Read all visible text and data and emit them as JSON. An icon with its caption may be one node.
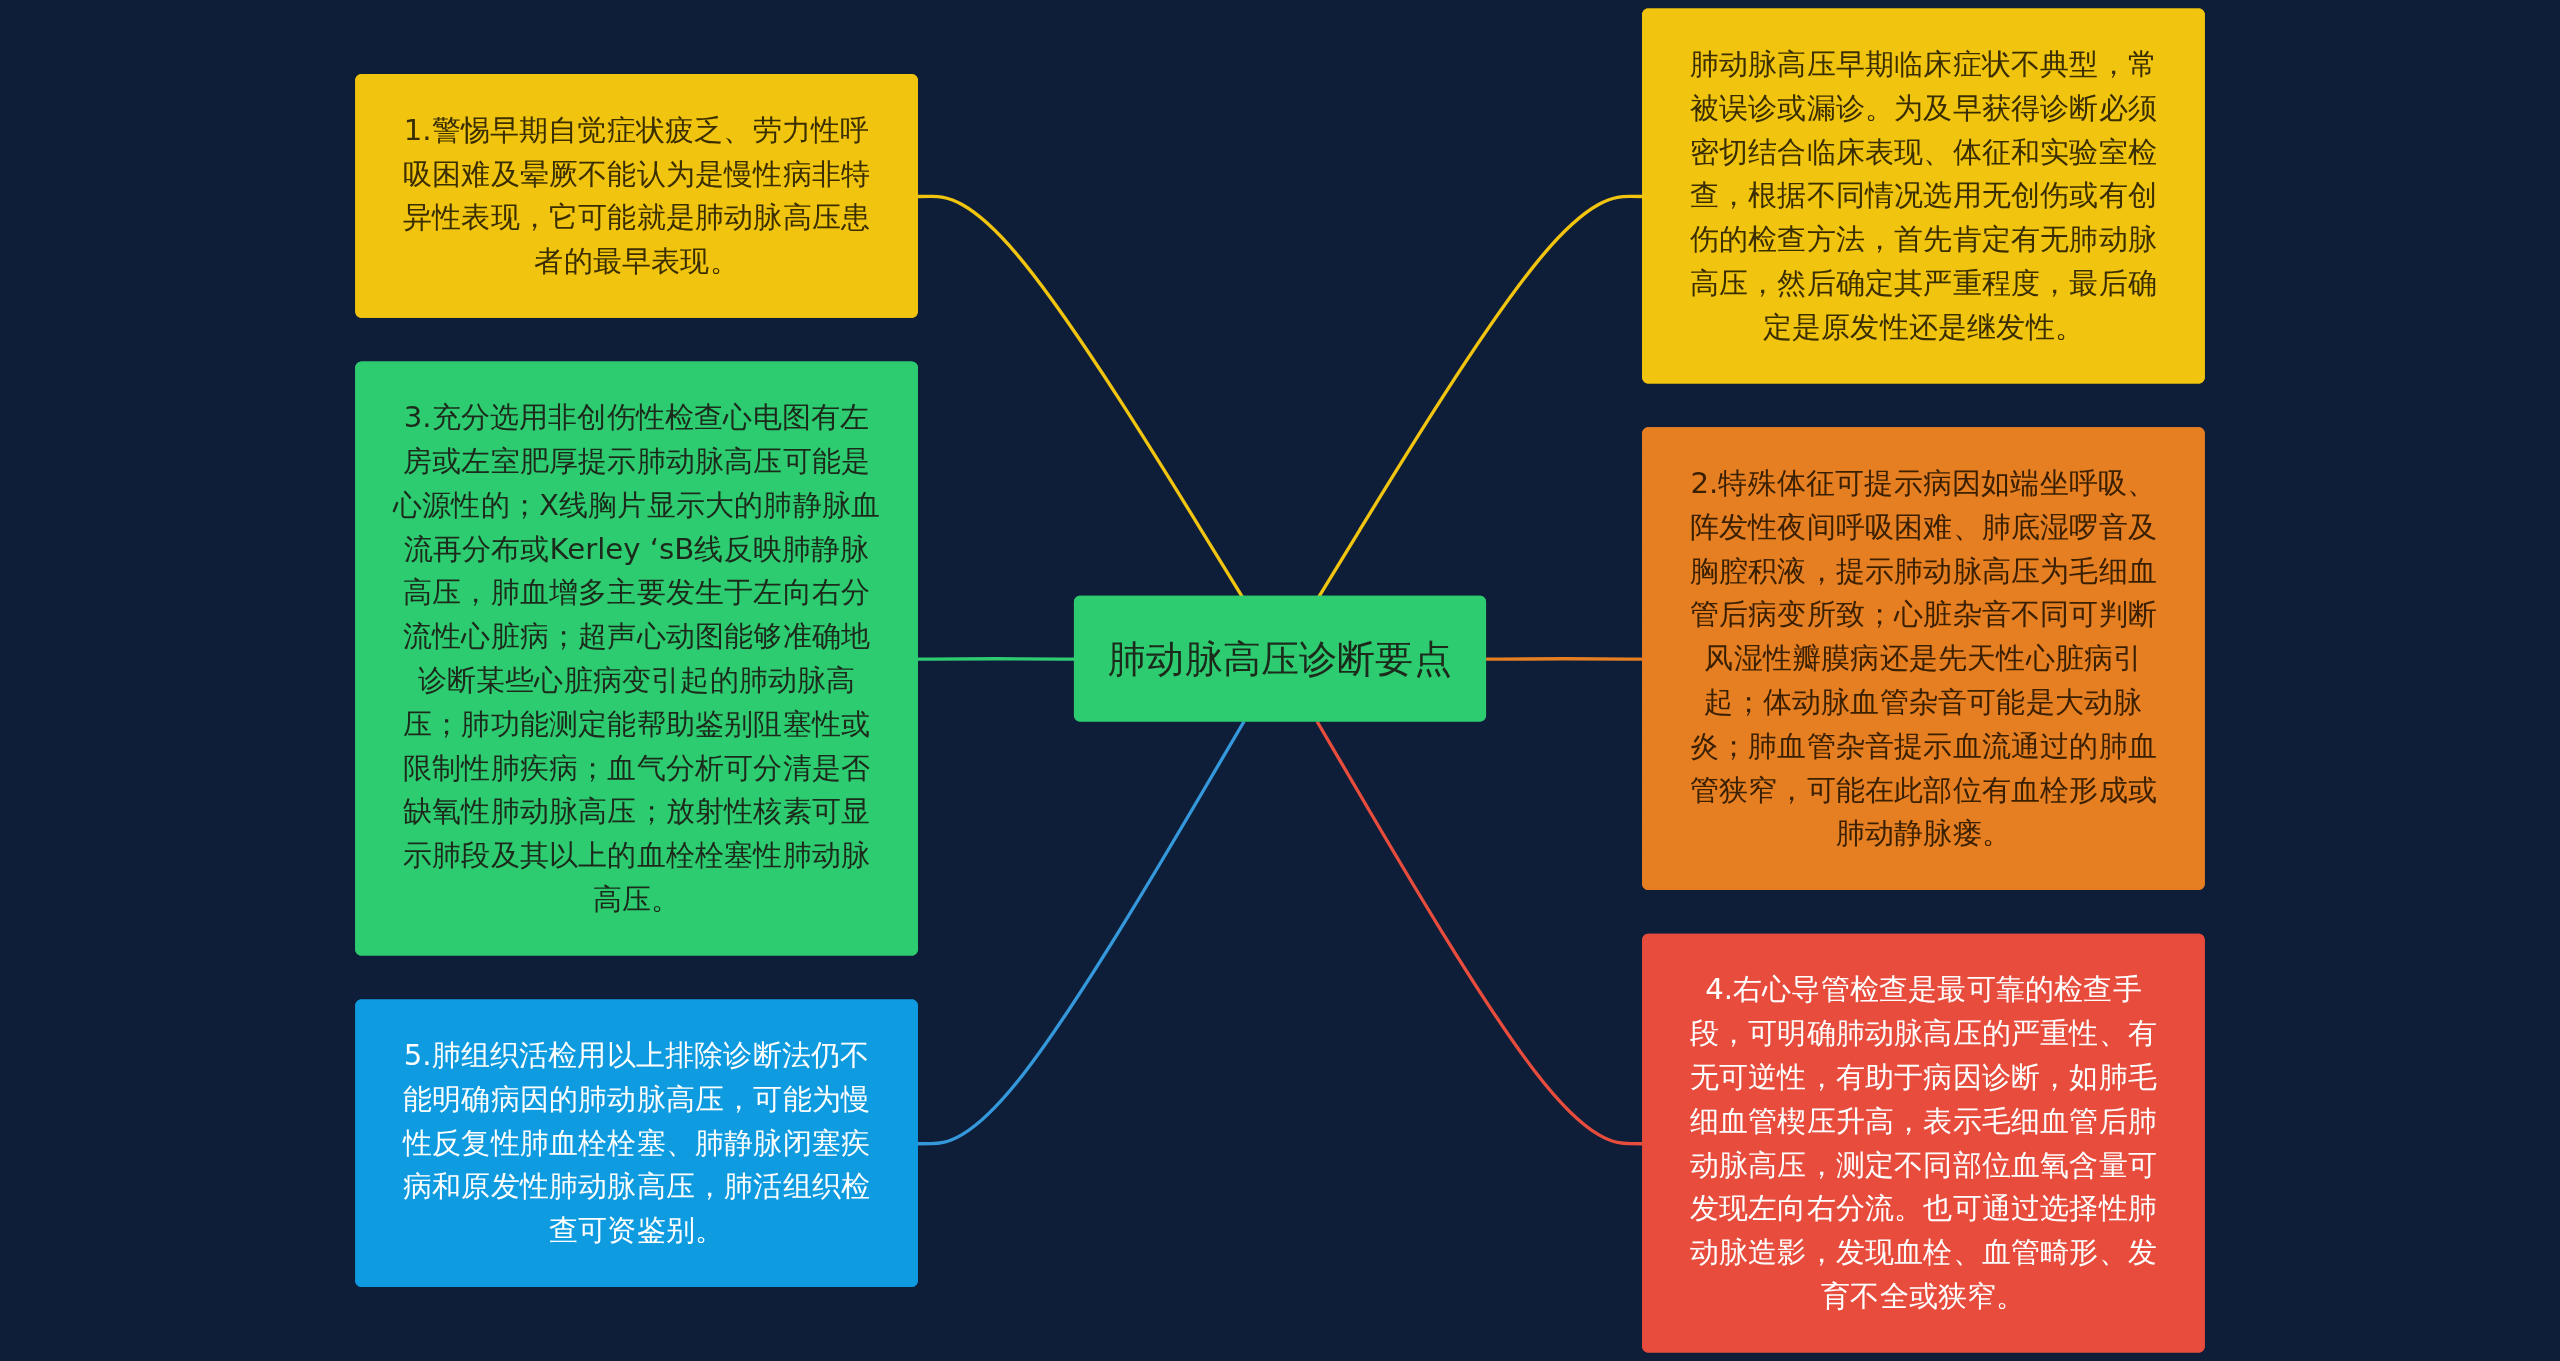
{
  "diagram": {
    "nodes": [
      {
        "text": [
          "肺动脉高压诊断要点"
        ]
      },
      {
        "text": [
          "1.警惕早期自觉症状疲乏、劳力性呼吸困难及晕厥不能认为是慢性病非特异性表现，它可能就是肺动脉高压患者的最早表现。"
        ]
      },
      {
        "text": [
          "3.充分选用非创伤性检查心电图有左房或左室肥厚提示肺动脉高压可能是心源性的；X线胸片显示大的肺静脉血流再分布或Kerley ‘sB线反映肺静脉高压，肺血增多主要发生于左向右分流性心脏病；超声心动图能够准确地诊断某些心脏病变引起的肺动脉高压；肺功能测定能帮助鉴别阻塞性或限制性肺疾病；血气分析可分清是否缺氧性肺动脉高压；放射性核素可显示肺段及其以上的血栓栓塞性肺动脉高压。"
        ]
      },
      {
        "text": [
          "5.肺组织活检用以上排除诊断法仍不能明确病因的肺动脉高压，可能为慢性反复性肺血栓栓塞、肺静脉闭塞疾病和原发性肺动脉高压，肺活组织检查可资鉴别。"
        ]
      },
      {
        "text": [
          "肺动脉高压早期临床症状不典型，常被误诊或漏诊。为及早获得诊断必须密切结合临床表现、体征和实验室检查，根据不同情况选用无创伤或有创伤的检查方法，首先肯定有无肺动脉高压，然后确定其严重程度，最后确定是原发性还是继发性。"
        ]
      },
      {
        "text": [
          "2.特殊体征可提示病因如端坐呼吸、阵发性夜间呼吸困难、肺底湿啰音及胸腔积液，提示肺动脉高压为毛细血管后病变所致；心脏杂音不同可判断风湿性瓣膜病还是先天性心脏病引起；体动脉血管杂音可能是大动脉炎；肺血管杂音提示血流通过的肺血管狭窄，可能在此部位有血栓形成或肺动静脉瘘。"
        ]
      },
      {
        "text": [
          "4.右心导管检查是最可靠的检查手段，可明确肺动脉高压的严重性、有无可逆性，有助于病因诊断，如肺毛细血管楔压升高，表示毛细血管后肺动脉高压，测定不同部位血氧含量可发现左向右分流。也可通过选择性肺动脉造影，发现血栓、血管畸形、发育不全或狭窄。"
        ]
      }
    ],
    "edges": [
      {
        "from": 0,
        "to": 1,
        "arrow": "none",
        "color": "#f1c40f"
      },
      {
        "from": 0,
        "to": 2,
        "arrow": "none",
        "color": "#2ecc71"
      },
      {
        "from": 0,
        "to": 3,
        "arrow": "none",
        "color": "#3498db"
      },
      {
        "from": 0,
        "to": 4,
        "arrow": "none",
        "color": "#f1c40f"
      },
      {
        "from": 0,
        "to": 5,
        "arrow": "none",
        "color": "#e67e22"
      },
      {
        "from": 0,
        "to": 6,
        "arrow": "none",
        "color": "#e74c3c"
      }
    ]
  }
}
